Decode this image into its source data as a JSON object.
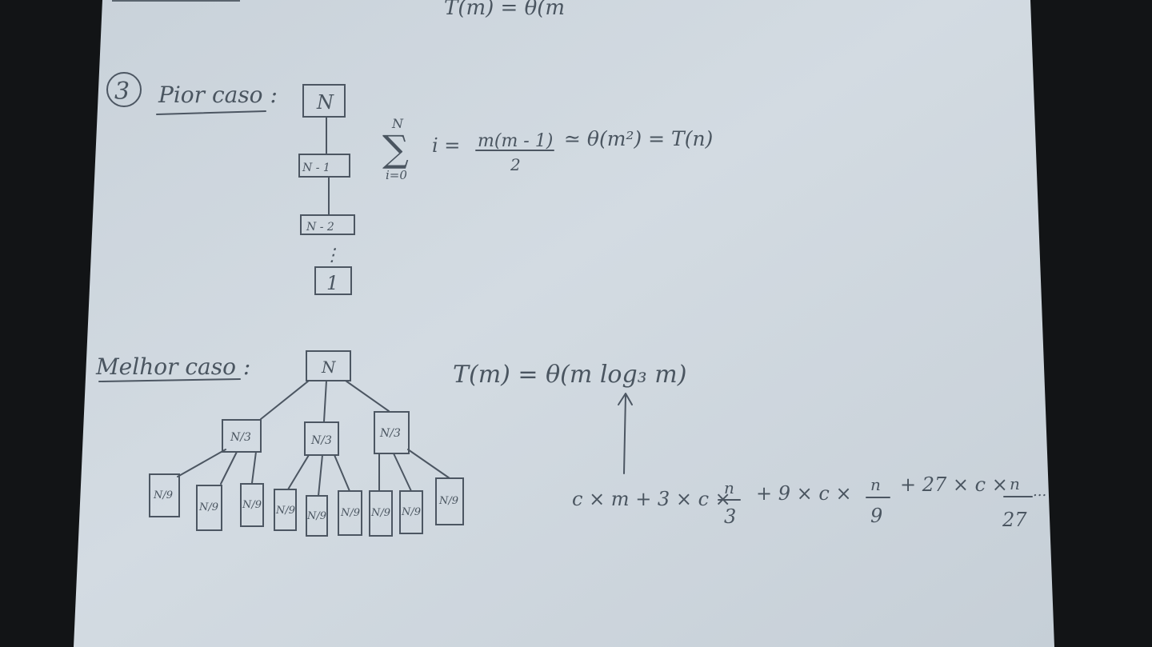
{
  "page": {
    "top_formula": "T(m) = θ(m",
    "worst_case": {
      "circle_number": "3",
      "heading": "Pior caso :",
      "chain": [
        "N",
        "N - 1",
        "N - 2",
        "⋮",
        "1"
      ],
      "sum_upper": "N",
      "sum_symbol": "∑",
      "sum_lower": "i=0",
      "formula_left": "i =",
      "fraction_num": "m(m - 1)",
      "fraction_den": "2",
      "formula_right": "≃ θ(m²) = T(n)"
    },
    "best_case": {
      "heading": "Melhor caso :",
      "root": "N",
      "level1": [
        "N/3",
        "N/3",
        "N/3"
      ],
      "level2": [
        "N/9",
        "N/9",
        "N/9",
        "N/9",
        "N/9",
        "N/9",
        "N/9",
        "N/9",
        "N/9"
      ],
      "result": "T(m) = θ(m log₃ m)",
      "series": {
        "t1": "c × m + 3 × c ×",
        "f1_num": "n",
        "f1_den": "3",
        "t2": "+ 9 × c ×",
        "f2_num": "n",
        "f2_den": "9",
        "t3": "+ 27 × c ×",
        "f3_num": "n",
        "f3_den": "27",
        "tail": "..."
      }
    }
  }
}
